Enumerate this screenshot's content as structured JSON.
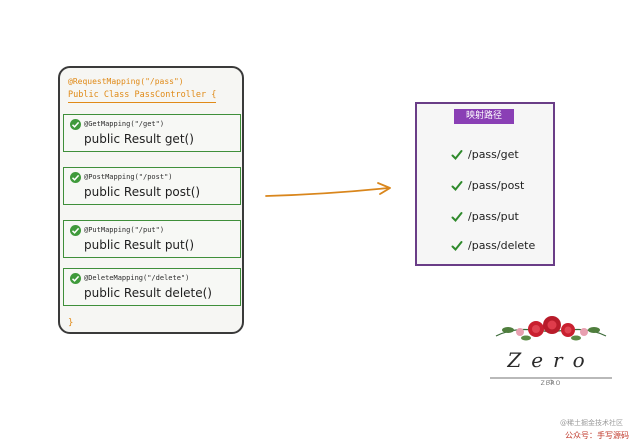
{
  "controller": {
    "request_mapping": "@RequestMapping(\"/pass\")",
    "class_decl": "Public Class PassController {",
    "closing_brace": "}",
    "methods": [
      {
        "mapping": "@GetMapping(\"/get\")",
        "signature": "public Result get()"
      },
      {
        "mapping": "@PostMapping(\"/post\")",
        "signature": "public Result post()"
      },
      {
        "mapping": "@PutMapping(\"/put\")",
        "signature": "public Result put()"
      },
      {
        "mapping": "@DeleteMapping(\"/delete\")",
        "signature": "public Result delete()"
      }
    ]
  },
  "paths_box": {
    "title": "映射路径",
    "items": [
      "/pass/get",
      "/pass/post",
      "/pass/put",
      "/pass/delete"
    ]
  },
  "logo": {
    "word": "Zero",
    "sub": "ZERO"
  },
  "watermark": {
    "line1": "@稀土掘金技术社区",
    "line2": "公众号：手写源码"
  },
  "colors": {
    "annotation": "#e08a17",
    "method_border": "#3f8f3a",
    "check": "#3f9a3b",
    "paths_border": "#6a3d87",
    "paths_title_bg": "#8a3fb5",
    "arrow": "#d9861c"
  }
}
